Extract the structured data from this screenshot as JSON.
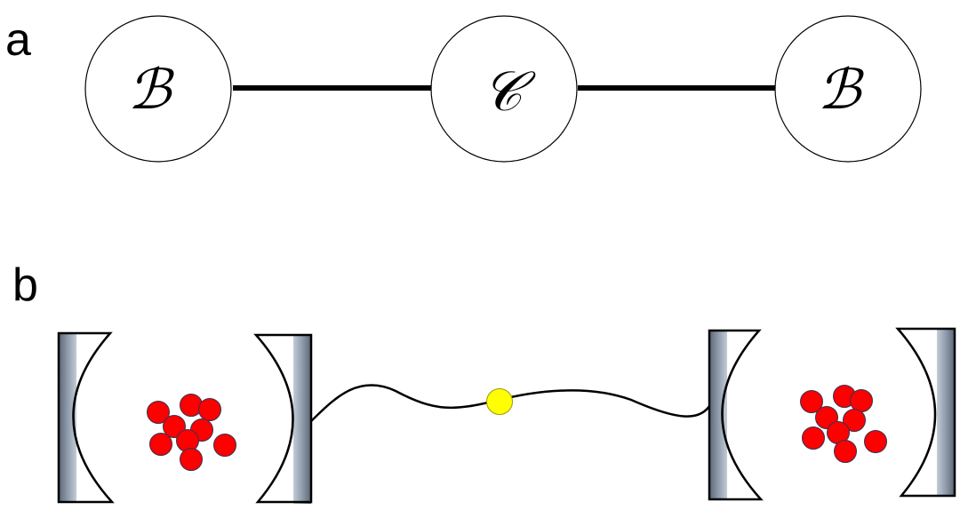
{
  "panels": {
    "a": {
      "label": "a",
      "nodes": [
        {
          "id": "left",
          "label": "ℬ"
        },
        {
          "id": "center",
          "label": "𝒞"
        },
        {
          "id": "right",
          "label": "ℬ"
        }
      ]
    },
    "b": {
      "label": "b"
    }
  },
  "colors": {
    "atom": "#ff0000",
    "photon": "#ffff00",
    "mirror_gradient_dark": "#5a6575",
    "mirror_gradient_light": "#b8c4d2"
  }
}
